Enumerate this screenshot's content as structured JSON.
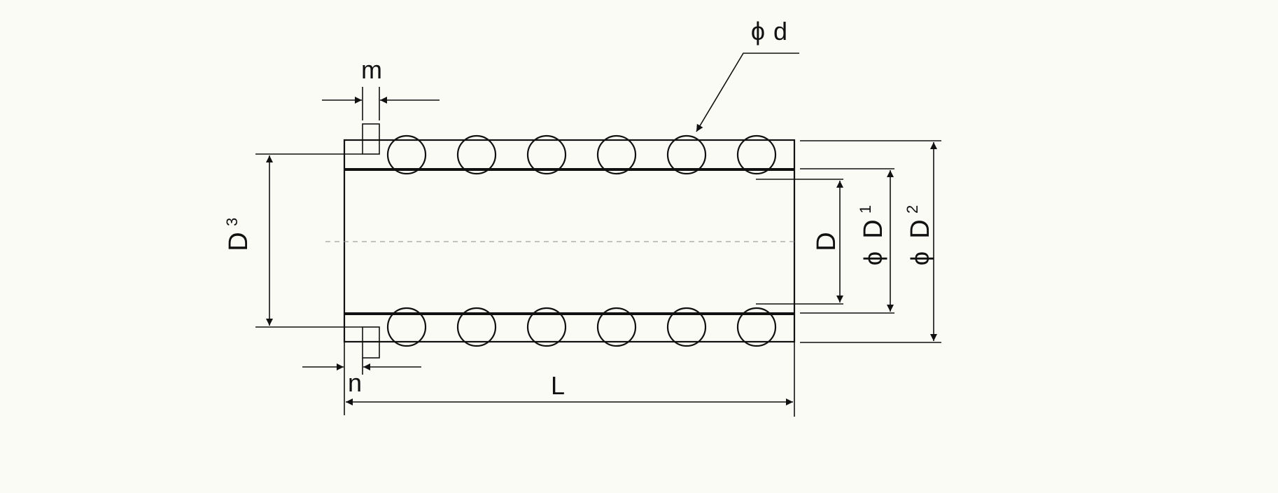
{
  "diagram": {
    "background": "#fbfbf6",
    "stroke": "#111111",
    "labels": {
      "m": "m",
      "n": "n",
      "L": "L",
      "D": "D",
      "D1_phi": "ϕ",
      "D1_main": "D",
      "D1_sub": "1",
      "D2_phi": "ϕ",
      "D2_main": "D",
      "D2_sub": "2",
      "D3_main": "D",
      "D3_sub": "3",
      "d_phi": "ϕ",
      "d_main": "d"
    },
    "balls_per_row": 6,
    "ball_rows": 2
  }
}
